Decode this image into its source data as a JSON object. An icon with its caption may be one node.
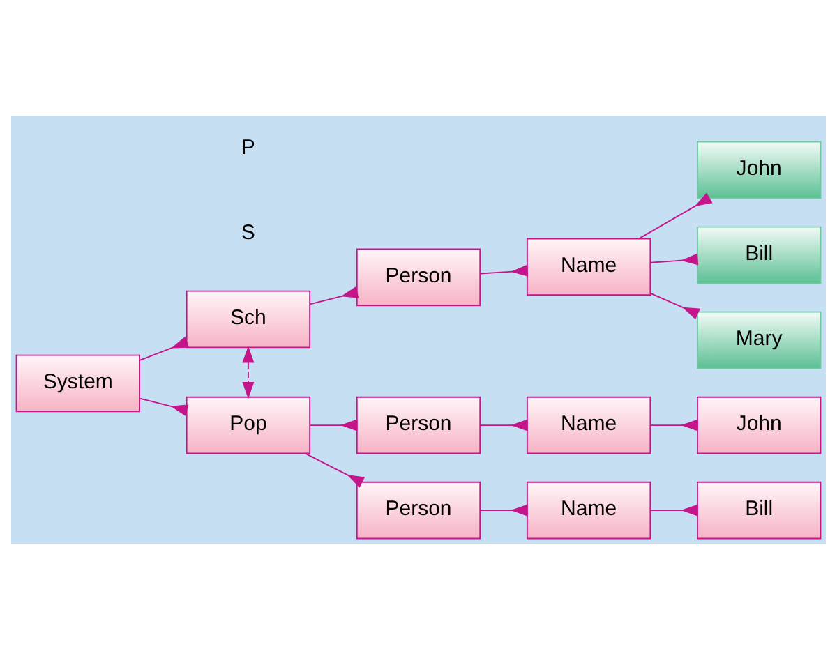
{
  "diagram": {
    "nodes": [
      {
        "text": [
          "System"
        ]
      },
      {
        "text": [
          "Sch"
        ]
      },
      {
        "text": [
          "Person"
        ]
      },
      {
        "text": [
          "Name"
        ]
      },
      {
        "text": [
          "John"
        ]
      },
      {
        "text": [
          "Bill"
        ]
      },
      {
        "text": [
          "Mary"
        ]
      },
      {
        "text": [
          "Pop"
        ]
      },
      {
        "text": [
          "Person"
        ]
      },
      {
        "text": [
          "Name"
        ]
      },
      {
        "text": [
          "John"
        ]
      },
      {
        "text": [
          "Person"
        ]
      },
      {
        "text": [
          "Name"
        ]
      },
      {
        "text": [
          "Bill"
        ]
      }
    ],
    "edges": [
      {
        "from": 0,
        "to": 1,
        "arrow": "other"
      },
      {
        "from": 0,
        "to": 7,
        "arrow": "other"
      },
      {
        "from": 1,
        "to": 2,
        "arrow": "other"
      },
      {
        "from": 2,
        "to": 3,
        "arrow": "other"
      },
      {
        "from": 3,
        "to": 4,
        "arrow": "other"
      },
      {
        "from": 3,
        "to": 5,
        "arrow": "other"
      },
      {
        "from": 3,
        "to": 6,
        "arrow": "other"
      },
      {
        "from": 7,
        "to": 8,
        "arrow": "other"
      },
      {
        "from": 8,
        "to": 9,
        "arrow": "other"
      },
      {
        "from": 9,
        "to": 10,
        "arrow": "other"
      },
      {
        "from": 7,
        "to": 11,
        "arrow": "other"
      },
      {
        "from": 11,
        "to": 12,
        "arrow": "other"
      },
      {
        "from": 12,
        "to": 13,
        "arrow": "other"
      },
      {
        "from": 1,
        "to": 7,
        "arrow": "both",
        "style": "dashed"
      }
    ],
    "labels": [
      "S",
      "P"
    ]
  }
}
